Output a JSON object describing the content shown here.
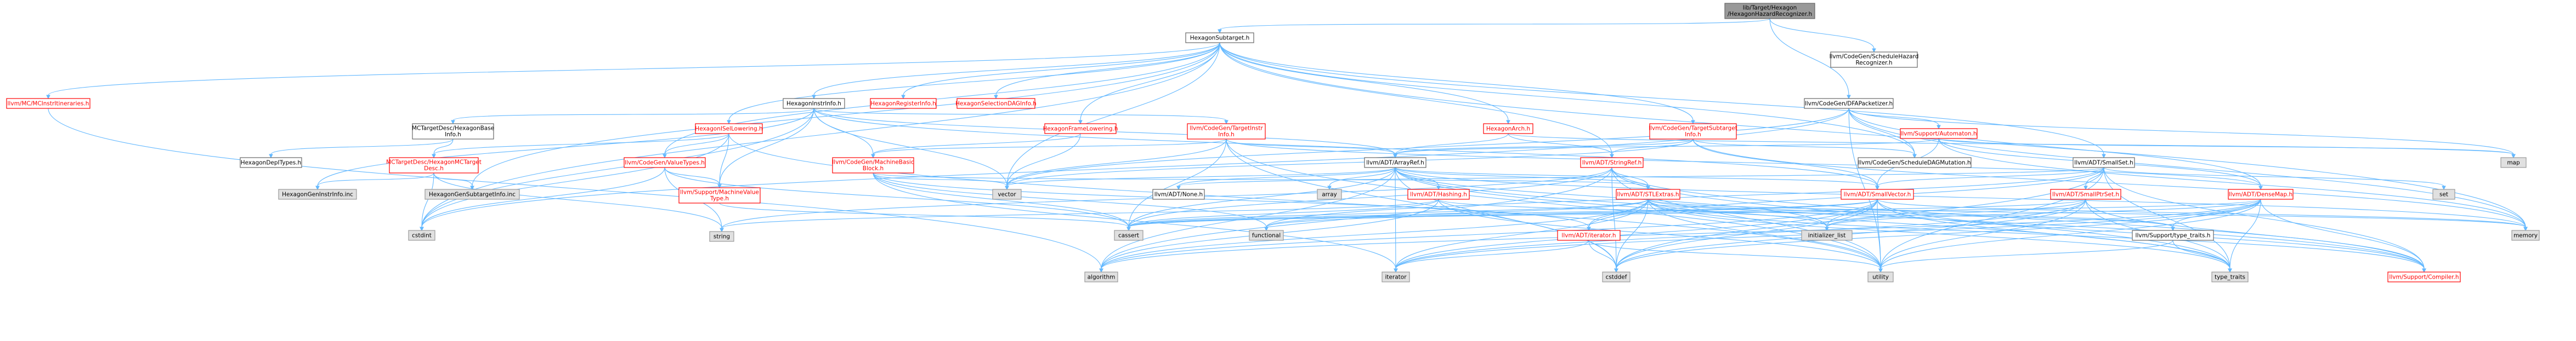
{
  "colors": {
    "edge": "#63b8ff",
    "root_fill": "#999999",
    "root_stroke": "#666666",
    "link_fill": "#ffffff",
    "link_stroke": "#666666",
    "link_text": "#000000",
    "missing_fill": "#ffffff",
    "missing_stroke": "#ff0000",
    "missing_text": "#ff0000",
    "external_fill": "#e0e0e0",
    "external_stroke": "#999999",
    "external_text": "#000000"
  },
  "nodes": [
    {
      "id": "root",
      "kind": "root",
      "lines": [
        "lib/Target/Hexagon",
        "/HexagonHazardRecognizer.h"
      ]
    },
    {
      "id": "subtarget",
      "kind": "link",
      "lines": [
        "HexagonSubtarget.h"
      ]
    },
    {
      "id": "schedhazard",
      "kind": "link",
      "lines": [
        "llvm/CodeGen/ScheduleHazard",
        "Recognizer.h"
      ]
    },
    {
      "id": "instritin",
      "kind": "missing",
      "lines": [
        "llvm/MC/MCInstrItineraries.h"
      ]
    },
    {
      "id": "instrinfo",
      "kind": "link",
      "lines": [
        "HexagonInstrInfo.h"
      ]
    },
    {
      "id": "reginfo",
      "kind": "missing",
      "lines": [
        "HexagonRegisterInfo.h"
      ]
    },
    {
      "id": "seldag",
      "kind": "missing",
      "lines": [
        "HexagonSelectionDAGInfo.h"
      ]
    },
    {
      "id": "dfapack",
      "kind": "link",
      "lines": [
        "llvm/CodeGen/DFAPacketizer.h"
      ]
    },
    {
      "id": "mctdbase",
      "kind": "link",
      "lines": [
        "MCTargetDesc/HexagonBase",
        "Info.h"
      ]
    },
    {
      "id": "isellow",
      "kind": "missing",
      "lines": [
        "HexagonISelLowering.h"
      ]
    },
    {
      "id": "framelow",
      "kind": "missing",
      "lines": [
        "HexagonFrameLowering.h"
      ]
    },
    {
      "id": "tgtinstr",
      "kind": "missing",
      "lines": [
        "llvm/CodeGen/TargetInstr",
        "Info.h"
      ]
    },
    {
      "id": "arch",
      "kind": "missing",
      "lines": [
        "HexagonArch.h"
      ]
    },
    {
      "id": "tgtsubinfo",
      "kind": "missing",
      "lines": [
        "llvm/CodeGen/TargetSubtarget",
        "Info.h"
      ]
    },
    {
      "id": "supautom",
      "kind": "missing",
      "lines": [
        "llvm/Support/Automaton.h"
      ]
    },
    {
      "id": "deptypes",
      "kind": "link",
      "lines": [
        "HexagonDepITypes.h"
      ]
    },
    {
      "id": "mctdmc",
      "kind": "missing",
      "lines": [
        "MCTargetDesc/HexagonMCTarget",
        "Desc.h"
      ]
    },
    {
      "id": "valtypes",
      "kind": "missing",
      "lines": [
        "llvm/CodeGen/ValueTypes.h"
      ]
    },
    {
      "id": "mbb",
      "kind": "missing",
      "lines": [
        "llvm/CodeGen/MachineBasic",
        "Block.h"
      ]
    },
    {
      "id": "arrayref",
      "kind": "link",
      "lines": [
        "llvm/ADT/ArrayRef.h"
      ]
    },
    {
      "id": "stringref",
      "kind": "missing",
      "lines": [
        "llvm/ADT/StringRef.h"
      ]
    },
    {
      "id": "schedmut",
      "kind": "link",
      "lines": [
        "llvm/CodeGen/ScheduleDAGMutation.h"
      ]
    },
    {
      "id": "smallset",
      "kind": "link",
      "lines": [
        "llvm/ADT/SmallSet.h"
      ]
    },
    {
      "id": "map",
      "kind": "external",
      "lines": [
        "map"
      ]
    },
    {
      "id": "geninstr",
      "kind": "external",
      "lines": [
        "HexagonGenInstrInfo.inc"
      ]
    },
    {
      "id": "gensub",
      "kind": "external",
      "lines": [
        "HexagonGenSubtargetInfo.inc"
      ]
    },
    {
      "id": "mvt",
      "kind": "missing",
      "lines": [
        "llvm/Support/MachineValue",
        "Type.h"
      ]
    },
    {
      "id": "vector",
      "kind": "external",
      "lines": [
        "vector"
      ]
    },
    {
      "id": "none",
      "kind": "link",
      "lines": [
        "llvm/ADT/None.h"
      ]
    },
    {
      "id": "array",
      "kind": "external",
      "lines": [
        "array"
      ]
    },
    {
      "id": "hashing",
      "kind": "missing",
      "lines": [
        "llvm/ADT/Hashing.h"
      ]
    },
    {
      "id": "stlextras",
      "kind": "missing",
      "lines": [
        "llvm/ADT/STLExtras.h"
      ]
    },
    {
      "id": "smallvec",
      "kind": "missing",
      "lines": [
        "llvm/ADT/SmallVector.h"
      ]
    },
    {
      "id": "smallptr",
      "kind": "missing",
      "lines": [
        "llvm/ADT/SmallPtrSet.h"
      ]
    },
    {
      "id": "densemap",
      "kind": "missing",
      "lines": [
        "llvm/ADT/DenseMap.h"
      ]
    },
    {
      "id": "set",
      "kind": "external",
      "lines": [
        "set"
      ]
    },
    {
      "id": "cstdint",
      "kind": "external",
      "lines": [
        "cstdint"
      ]
    },
    {
      "id": "string",
      "kind": "external",
      "lines": [
        "string"
      ]
    },
    {
      "id": "cassert",
      "kind": "external",
      "lines": [
        "cassert"
      ]
    },
    {
      "id": "functional",
      "kind": "external",
      "lines": [
        "functional"
      ]
    },
    {
      "id": "iterator_h",
      "kind": "missing",
      "lines": [
        "llvm/ADT/iterator.h"
      ]
    },
    {
      "id": "initlist",
      "kind": "external",
      "lines": [
        "initializer_list"
      ]
    },
    {
      "id": "typetraits_h",
      "kind": "link",
      "lines": [
        "llvm/Support/type_traits.h"
      ]
    },
    {
      "id": "memory",
      "kind": "external",
      "lines": [
        "memory"
      ]
    },
    {
      "id": "algorithm",
      "kind": "external",
      "lines": [
        "algorithm"
      ]
    },
    {
      "id": "iterator",
      "kind": "external",
      "lines": [
        "iterator"
      ]
    },
    {
      "id": "cstddef",
      "kind": "external",
      "lines": [
        "cstddef"
      ]
    },
    {
      "id": "utility",
      "kind": "external",
      "lines": [
        "utility"
      ]
    },
    {
      "id": "type_traits",
      "kind": "external",
      "lines": [
        "type_traits"
      ]
    },
    {
      "id": "compiler",
      "kind": "missing",
      "lines": [
        "llvm/Support/Compiler.h"
      ]
    }
  ],
  "edges": [
    [
      "root",
      "subtarget"
    ],
    [
      "root",
      "schedhazard"
    ],
    [
      "root",
      "dfapack"
    ],
    [
      "subtarget",
      "instritin"
    ],
    [
      "subtarget",
      "instrinfo"
    ],
    [
      "subtarget",
      "reginfo"
    ],
    [
      "subtarget",
      "seldag"
    ],
    [
      "subtarget",
      "isellow"
    ],
    [
      "subtarget",
      "framelow"
    ],
    [
      "subtarget",
      "arch"
    ],
    [
      "subtarget",
      "tgtsubinfo"
    ],
    [
      "subtarget",
      "schedmut"
    ],
    [
      "subtarget",
      "smallset"
    ],
    [
      "subtarget",
      "stringref"
    ],
    [
      "subtarget",
      "valtypes"
    ],
    [
      "subtarget",
      "gensub"
    ],
    [
      "subtarget",
      "memory"
    ],
    [
      "subtarget",
      "vector"
    ],
    [
      "subtarget",
      "cstdint"
    ],
    [
      "instrinfo",
      "mctdbase"
    ],
    [
      "instrinfo",
      "tgtinstr"
    ],
    [
      "instrinfo",
      "mbb"
    ],
    [
      "instrinfo",
      "arrayref"
    ],
    [
      "instrinfo",
      "smallvec"
    ],
    [
      "instrinfo",
      "geninstr"
    ],
    [
      "instrinfo",
      "mvt"
    ],
    [
      "instrinfo",
      "cstdint"
    ],
    [
      "instrinfo",
      "vector"
    ],
    [
      "mctdbase",
      "deptypes"
    ],
    [
      "mctdbase",
      "mctdmc"
    ],
    [
      "mctdmc",
      "geninstr"
    ],
    [
      "mctdmc",
      "gensub"
    ],
    [
      "mctdmc",
      "cstdint"
    ],
    [
      "mctdmc",
      "string"
    ],
    [
      "isellow",
      "mctdmc"
    ],
    [
      "isellow",
      "valtypes"
    ],
    [
      "isellow",
      "mvt"
    ],
    [
      "isellow",
      "cstdint"
    ],
    [
      "isellow",
      "utility"
    ],
    [
      "framelow",
      "mbb"
    ],
    [
      "framelow",
      "vector"
    ],
    [
      "tgtinstr",
      "arrayref"
    ],
    [
      "tgtinstr",
      "densemap"
    ],
    [
      "tgtinstr",
      "mbb"
    ],
    [
      "tgtinstr",
      "vector"
    ],
    [
      "tgtinstr",
      "cassert"
    ],
    [
      "tgtinstr",
      "cstddef"
    ],
    [
      "tgtinstr",
      "utility"
    ],
    [
      "arch",
      "arrayref"
    ],
    [
      "arch",
      "stringref"
    ],
    [
      "arch",
      "map"
    ],
    [
      "tgtsubinfo",
      "arrayref"
    ],
    [
      "tgtsubinfo",
      "smallvec"
    ],
    [
      "tgtsubinfo",
      "stringref"
    ],
    [
      "tgtsubinfo",
      "schedmut"
    ],
    [
      "tgtsubinfo",
      "memory"
    ],
    [
      "tgtsubinfo",
      "vector"
    ],
    [
      "dfapack",
      "supautom"
    ],
    [
      "dfapack",
      "schedmut"
    ],
    [
      "dfapack",
      "densemap"
    ],
    [
      "dfapack",
      "map"
    ],
    [
      "dfapack",
      "memory"
    ],
    [
      "dfapack",
      "utility"
    ],
    [
      "dfapack",
      "vector"
    ],
    [
      "dfapack",
      "cstdint"
    ],
    [
      "supautom",
      "arrayref"
    ],
    [
      "supautom",
      "densemap"
    ],
    [
      "supautom",
      "smallvec"
    ],
    [
      "supautom",
      "map"
    ],
    [
      "supautom",
      "memory"
    ],
    [
      "valtypes",
      "mvt"
    ],
    [
      "valtypes",
      "cassert"
    ],
    [
      "valtypes",
      "cstdint"
    ],
    [
      "valtypes",
      "string"
    ],
    [
      "mbb",
      "stlextras"
    ],
    [
      "mbb",
      "iterator_h"
    ],
    [
      "mbb",
      "vector"
    ],
    [
      "mbb",
      "cassert"
    ],
    [
      "mbb",
      "functional"
    ],
    [
      "mbb",
      "iterator"
    ],
    [
      "arrayref",
      "hashing"
    ],
    [
      "arrayref",
      "none"
    ],
    [
      "arrayref",
      "smallvec"
    ],
    [
      "arrayref",
      "stlextras"
    ],
    [
      "arrayref",
      "compiler"
    ],
    [
      "arrayref",
      "algorithm"
    ],
    [
      "arrayref",
      "array"
    ],
    [
      "arrayref",
      "cassert"
    ],
    [
      "arrayref",
      "cstddef"
    ],
    [
      "arrayref",
      "initlist"
    ],
    [
      "arrayref",
      "iterator"
    ],
    [
      "arrayref",
      "memory"
    ],
    [
      "arrayref",
      "type_traits"
    ],
    [
      "arrayref",
      "vector"
    ],
    [
      "stringref",
      "stlextras"
    ],
    [
      "stringref",
      "compiler"
    ],
    [
      "stringref",
      "algorithm"
    ],
    [
      "stringref",
      "cassert"
    ],
    [
      "stringref",
      "cstddef"
    ],
    [
      "stringref",
      "string"
    ],
    [
      "stringref",
      "type_traits"
    ],
    [
      "stringref",
      "utility"
    ],
    [
      "smallset",
      "none"
    ],
    [
      "smallset",
      "smallptr"
    ],
    [
      "smallset",
      "smallvec"
    ],
    [
      "smallset",
      "compiler"
    ],
    [
      "smallset",
      "cstddef"
    ],
    [
      "smallset",
      "functional"
    ],
    [
      "smallset",
      "set"
    ],
    [
      "smallset",
      "type_traits"
    ],
    [
      "smallset",
      "utility"
    ],
    [
      "smallset",
      "iterator_h"
    ],
    [
      "mvt",
      "cassert"
    ],
    [
      "hashing",
      "typetraits_h"
    ],
    [
      "hashing",
      "algorithm"
    ],
    [
      "hashing",
      "cassert"
    ],
    [
      "hashing",
      "string"
    ],
    [
      "hashing",
      "utility"
    ],
    [
      "stlextras",
      "iterator_h"
    ],
    [
      "stlextras",
      "typetraits_h"
    ],
    [
      "stlextras",
      "compiler"
    ],
    [
      "stlextras",
      "algorithm"
    ],
    [
      "stlextras",
      "cassert"
    ],
    [
      "stlextras",
      "cstddef"
    ],
    [
      "stlextras",
      "functional"
    ],
    [
      "stlextras",
      "initlist"
    ],
    [
      "stlextras",
      "iterator"
    ],
    [
      "stlextras",
      "memory"
    ],
    [
      "stlextras",
      "type_traits"
    ],
    [
      "stlextras",
      "utility"
    ],
    [
      "smallvec",
      "compiler"
    ],
    [
      "smallvec",
      "algorithm"
    ],
    [
      "smallvec",
      "cassert"
    ],
    [
      "smallvec",
      "cstddef"
    ],
    [
      "smallvec",
      "functional"
    ],
    [
      "smallvec",
      "initlist"
    ],
    [
      "smallvec",
      "iterator"
    ],
    [
      "smallvec",
      "memory"
    ],
    [
      "smallvec",
      "type_traits"
    ],
    [
      "smallvec",
      "utility"
    ],
    [
      "smallptr",
      "compiler"
    ],
    [
      "smallptr",
      "type_traits"
    ],
    [
      "smallptr",
      "cassert"
    ],
    [
      "smallptr",
      "cstddef"
    ],
    [
      "smallptr",
      "initlist"
    ],
    [
      "smallptr",
      "iterator"
    ],
    [
      "smallptr",
      "utility"
    ],
    [
      "densemap",
      "typetraits_h"
    ],
    [
      "densemap",
      "compiler"
    ],
    [
      "densemap",
      "algorithm"
    ],
    [
      "densemap",
      "cassert"
    ],
    [
      "densemap",
      "cstddef"
    ],
    [
      "densemap",
      "initlist"
    ],
    [
      "densemap",
      "iterator"
    ],
    [
      "densemap",
      "type_traits"
    ],
    [
      "densemap",
      "utility"
    ],
    [
      "iterator_h",
      "cstddef"
    ],
    [
      "iterator_h",
      "iterator"
    ],
    [
      "iterator_h",
      "utility"
    ],
    [
      "typetraits_h",
      "type_traits"
    ],
    [
      "typetraits_h",
      "utility"
    ],
    [
      "instritin",
      "algorithm"
    ]
  ]
}
